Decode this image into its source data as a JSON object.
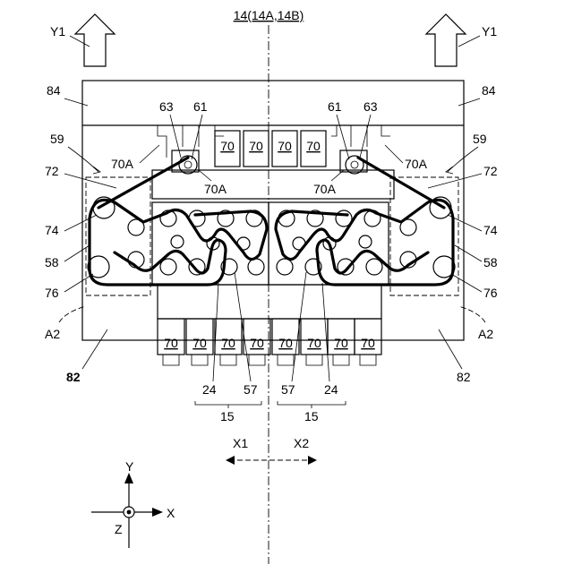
{
  "title": "14(14A,14B)",
  "labels": {
    "y1_left": "Y1",
    "y1_right": "Y1",
    "n84_left": "84",
    "n84_right": "84",
    "n63_left": "63",
    "n61_left": "61",
    "n61_right": "61",
    "n63_right": "63",
    "n59_left": "59",
    "n59_right": "59",
    "n70a_left_top": "70A",
    "n70a_right_top": "70A",
    "n70a_left_mid": "70A",
    "n70a_right_mid": "70A",
    "n72_left": "72",
    "n72_right": "72",
    "n74_left": "74",
    "n74_right": "74",
    "n58_left": "58",
    "n58_right": "58",
    "n76_left": "76",
    "n76_right": "76",
    "a2_left": "A2",
    "a2_right": "A2",
    "n82_left": "82",
    "n82_right": "82",
    "n24_left": "24",
    "n57_left": "57",
    "n57_right": "57",
    "n24_right": "24",
    "n15_left": "15",
    "n15_right": "15",
    "x1": "X1",
    "x2": "X2",
    "axis_y": "Y",
    "axis_x": "X",
    "axis_z": "Z"
  },
  "top_blocks": [
    "70",
    "70",
    "70",
    "70"
  ],
  "bottom_blocks": [
    "70",
    "70",
    "70",
    "70",
    "70",
    "70",
    "70",
    "70"
  ]
}
